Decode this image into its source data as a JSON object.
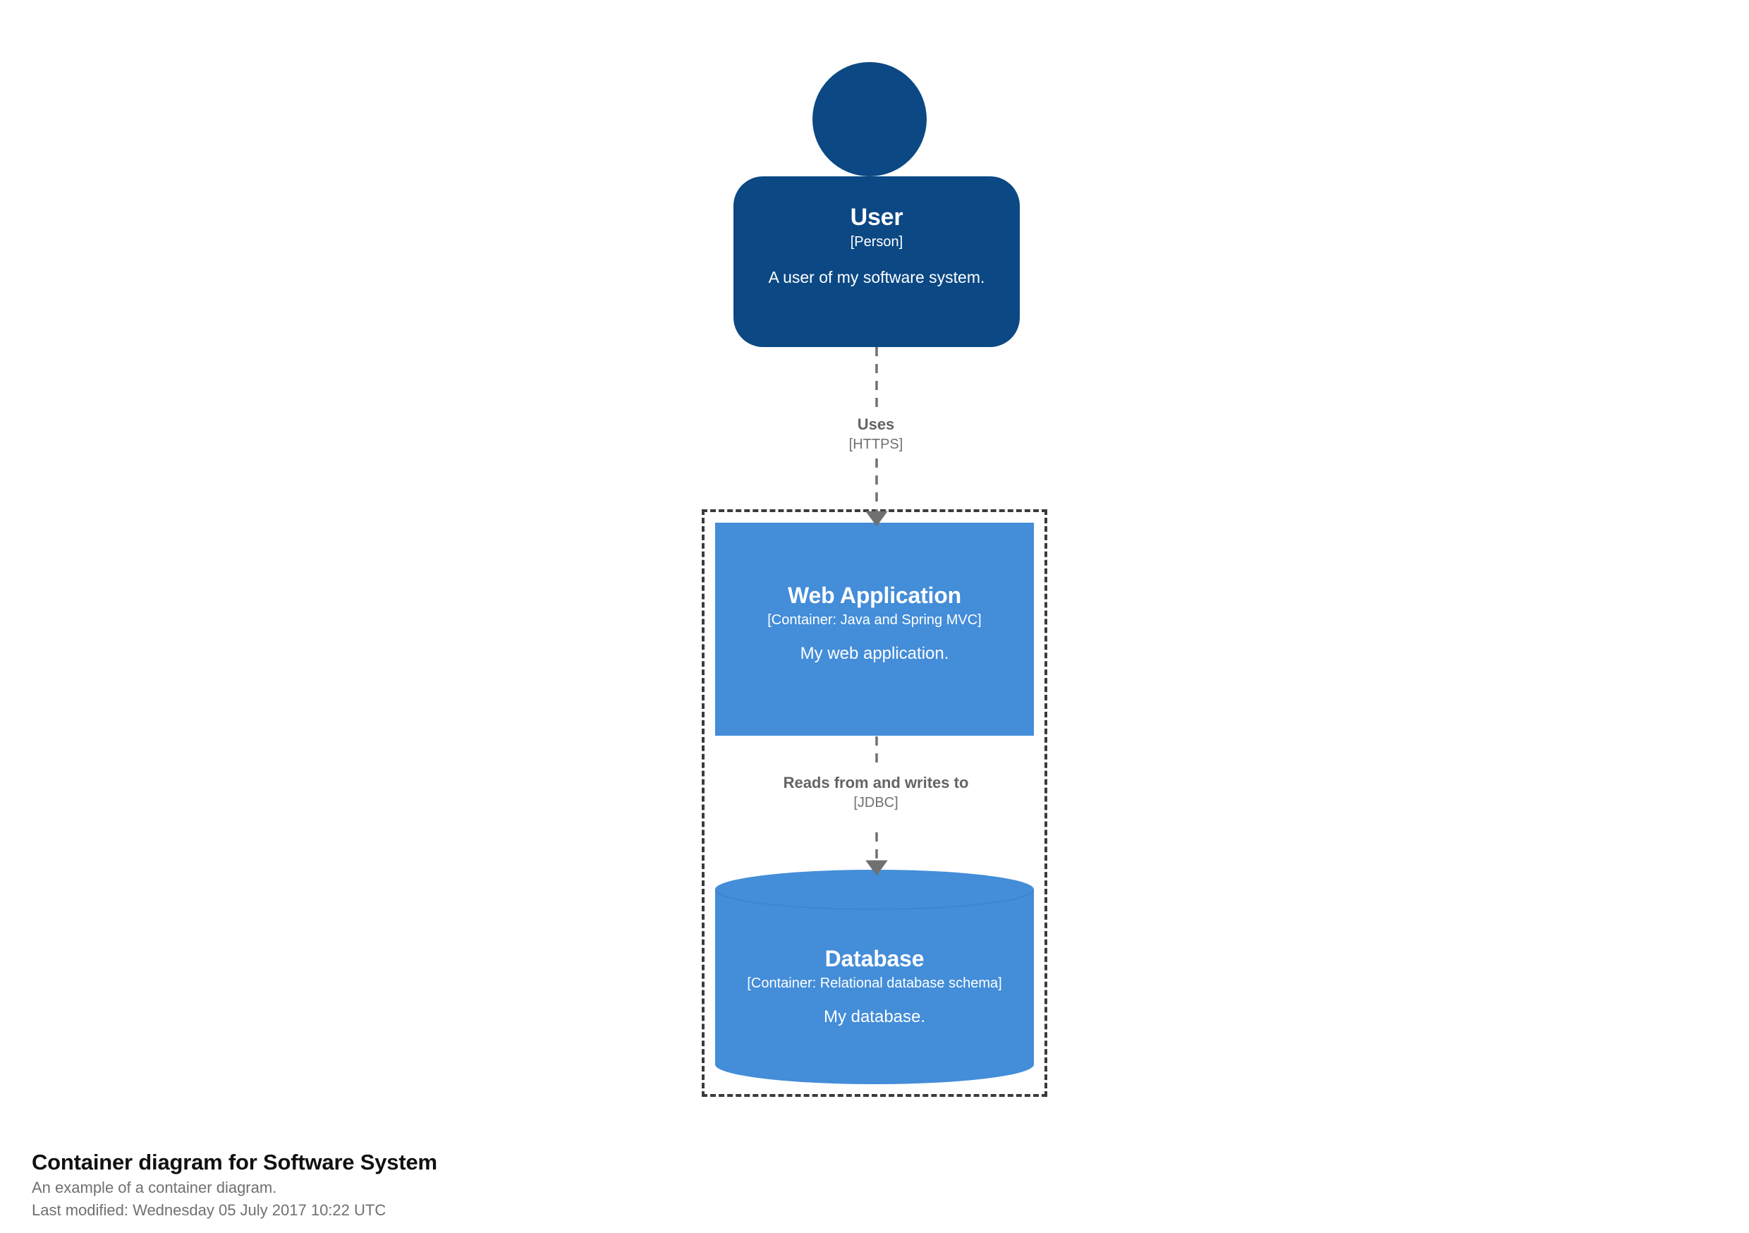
{
  "diagram": {
    "title": "Container diagram for Software System",
    "subtitle": "An example of a container diagram.",
    "last_modified": "Last modified: Wednesday 05 July 2017 10:22 UTC",
    "colors": {
      "person_fill": "#0b4884",
      "container_fill": "#438dd9",
      "boundary_stroke": "#3b3b3b",
      "relationship_stroke": "#707070",
      "node_text": "#ffffff",
      "label_text": "#646464",
      "background": "#ffffff"
    }
  },
  "nodes": {
    "person": {
      "name": "User",
      "tech": "[Person]",
      "description": "A user of my software system.",
      "shape": "person"
    },
    "web_application": {
      "name": "Web Application",
      "tech": "[Container: Java and Spring MVC]",
      "description": "My web application.",
      "shape": "box"
    },
    "database": {
      "name": "Database",
      "tech": "[Container: Relational database schema]",
      "description": "My database.",
      "shape": "cylinder"
    }
  },
  "relationships": [
    {
      "id": "uses",
      "source": "person",
      "target": "web_application",
      "description": "Uses",
      "tech": "[HTTPS]"
    },
    {
      "id": "reads_writes",
      "source": "web_application",
      "target": "database",
      "description": "Reads from and writes to",
      "tech": "[JDBC]"
    }
  ]
}
